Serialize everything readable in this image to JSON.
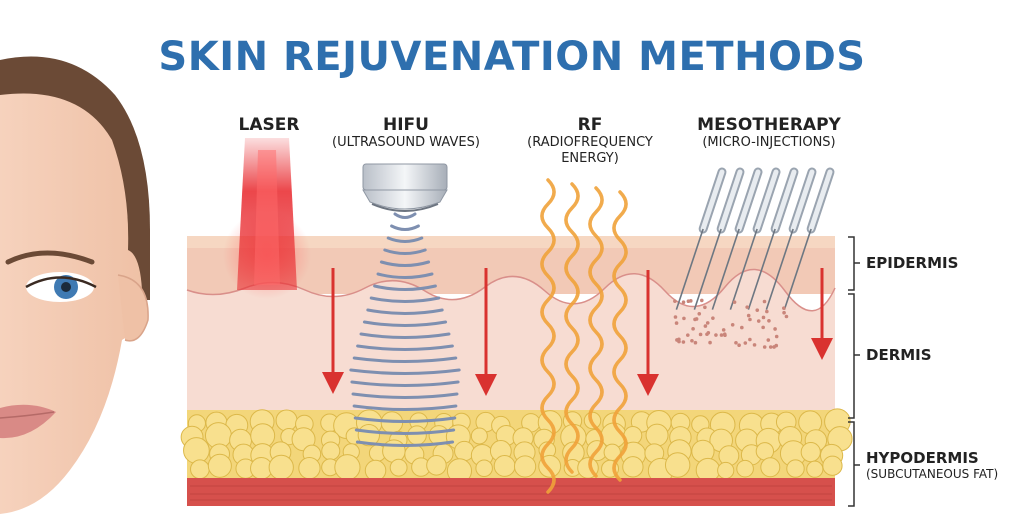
{
  "title": "SKIN REJUVENATION METHODS",
  "methods": [
    {
      "name": "LASER",
      "sub": ""
    },
    {
      "name": "HIFU",
      "sub": "(ULTRASOUND WAVES)"
    },
    {
      "name": "RF",
      "sub": "(RADIOFREQUENCY ENERGY)"
    },
    {
      "name": "MESOTHERAPY",
      "sub": "(MICRO-INJECTIONS)"
    }
  ],
  "layers": [
    {
      "name": "EPIDERMIS",
      "sub": ""
    },
    {
      "name": "DERMIS",
      "sub": ""
    },
    {
      "name": "HYPODERMIS",
      "sub": "(SUBCUTANEOUS FAT)"
    }
  ],
  "colors": {
    "title": "#2e6fae",
    "laser": "#e8262b",
    "hifu_waves": "#7e8fb0",
    "rf_waves": "#f0a23a",
    "arrow": "#d9322f",
    "epidermis": "#f2c9b6",
    "dermis": "#f7dcd2",
    "fat": "#f3d67a",
    "muscle": "#d6504c"
  }
}
